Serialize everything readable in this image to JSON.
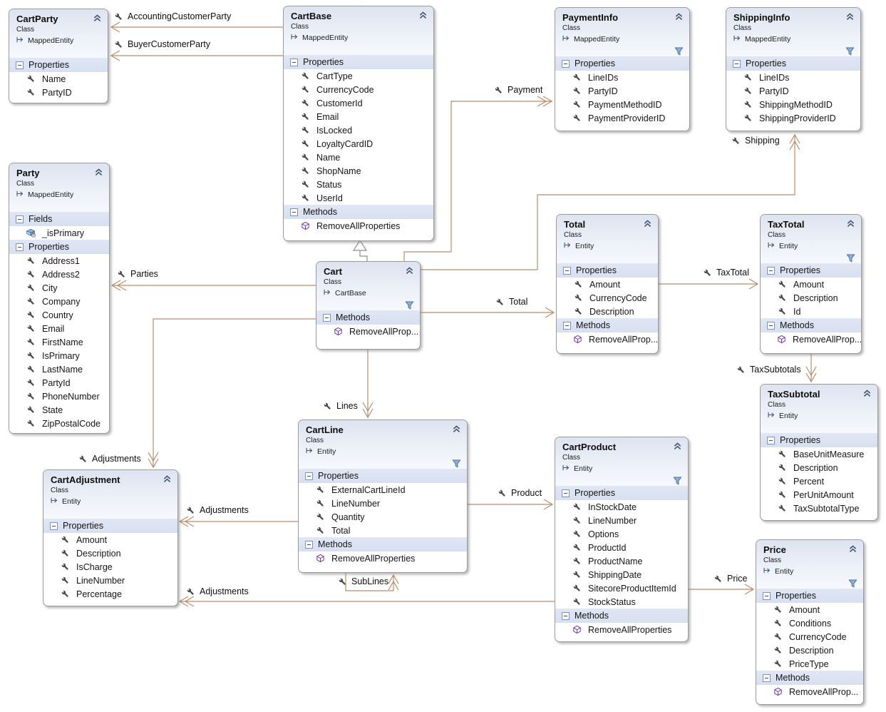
{
  "diagram": {
    "colors": {
      "association_line": "#b98c6a",
      "inheritance_line": "#8f8f8f",
      "header_top": "#dde3f0",
      "section_band": "#d8e0f0",
      "filter_icon_blue": "#3e6792",
      "method_icon_purple": "#7132a8"
    },
    "classes": [
      {
        "name": "CartParty",
        "kind": "Class",
        "base": "MappedEntity",
        "has_filter": false,
        "sections": [
          {
            "title": "Properties",
            "items": [
              {
                "icon": "property",
                "label": "Name"
              },
              {
                "icon": "property",
                "label": "PartyID"
              }
            ]
          }
        ]
      },
      {
        "name": "CartBase",
        "kind": "Class",
        "base": "MappedEntity",
        "has_filter": false,
        "sections": [
          {
            "title": "Properties",
            "items": [
              {
                "icon": "property",
                "label": "CartType"
              },
              {
                "icon": "property",
                "label": "CurrencyCode"
              },
              {
                "icon": "property",
                "label": "CustomerId"
              },
              {
                "icon": "property",
                "label": "Email"
              },
              {
                "icon": "property",
                "label": "IsLocked"
              },
              {
                "icon": "property",
                "label": "LoyaltyCardID"
              },
              {
                "icon": "property",
                "label": "Name"
              },
              {
                "icon": "property",
                "label": "ShopName"
              },
              {
                "icon": "property",
                "label": "Status"
              },
              {
                "icon": "property",
                "label": "UserId"
              }
            ]
          },
          {
            "title": "Methods",
            "items": [
              {
                "icon": "method",
                "label": "RemoveAllProperties"
              }
            ]
          }
        ]
      },
      {
        "name": "PaymentInfo",
        "kind": "Class",
        "base": "MappedEntity",
        "has_filter": true,
        "sections": [
          {
            "title": "Properties",
            "items": [
              {
                "icon": "property",
                "label": "LineIDs"
              },
              {
                "icon": "property",
                "label": "PartyID"
              },
              {
                "icon": "property",
                "label": "PaymentMethodID"
              },
              {
                "icon": "property",
                "label": "PaymentProviderID"
              }
            ]
          }
        ]
      },
      {
        "name": "ShippingInfo",
        "kind": "Class",
        "base": "MappedEntity",
        "has_filter": true,
        "sections": [
          {
            "title": "Properties",
            "items": [
              {
                "icon": "property",
                "label": "LineIDs"
              },
              {
                "icon": "property",
                "label": "PartyID"
              },
              {
                "icon": "property",
                "label": "ShippingMethodID"
              },
              {
                "icon": "property",
                "label": "ShippingProviderID"
              }
            ]
          }
        ]
      },
      {
        "name": "Party",
        "kind": "Class",
        "base": "MappedEntity",
        "has_filter": false,
        "sections": [
          {
            "title": "Fields",
            "items": [
              {
                "icon": "field",
                "label": "_isPrimary"
              }
            ]
          },
          {
            "title": "Properties",
            "items": [
              {
                "icon": "property",
                "label": "Address1"
              },
              {
                "icon": "property",
                "label": "Address2"
              },
              {
                "icon": "property",
                "label": "City"
              },
              {
                "icon": "property",
                "label": "Company"
              },
              {
                "icon": "property",
                "label": "Country"
              },
              {
                "icon": "property",
                "label": "Email"
              },
              {
                "icon": "property",
                "label": "FirstName"
              },
              {
                "icon": "property",
                "label": "IsPrimary"
              },
              {
                "icon": "property",
                "label": "LastName"
              },
              {
                "icon": "property",
                "label": "PartyId"
              },
              {
                "icon": "property",
                "label": "PhoneNumber"
              },
              {
                "icon": "property",
                "label": "State"
              },
              {
                "icon": "property",
                "label": "ZipPostalCode"
              }
            ]
          }
        ]
      },
      {
        "name": "Cart",
        "kind": "Class",
        "base": "CartBase",
        "has_filter": true,
        "sections": [
          {
            "title": "Methods",
            "items": [
              {
                "icon": "method",
                "label": "RemoveAllProp..."
              }
            ]
          }
        ]
      },
      {
        "name": "Total",
        "kind": "Class",
        "base": "Entity",
        "has_filter": false,
        "sections": [
          {
            "title": "Properties",
            "items": [
              {
                "icon": "property",
                "label": "Amount"
              },
              {
                "icon": "property",
                "label": "CurrencyCode"
              },
              {
                "icon": "property",
                "label": "Description"
              }
            ]
          },
          {
            "title": "Methods",
            "items": [
              {
                "icon": "method",
                "label": "RemoveAllProp..."
              }
            ]
          }
        ]
      },
      {
        "name": "TaxTotal",
        "kind": "Class",
        "base": "Entity",
        "has_filter": true,
        "sections": [
          {
            "title": "Properties",
            "items": [
              {
                "icon": "property",
                "label": "Amount"
              },
              {
                "icon": "property",
                "label": "Description"
              },
              {
                "icon": "property",
                "label": "Id"
              }
            ]
          },
          {
            "title": "Methods",
            "items": [
              {
                "icon": "method",
                "label": "RemoveAllProp..."
              }
            ]
          }
        ]
      },
      {
        "name": "TaxSubtotal",
        "kind": "Class",
        "base": "Entity",
        "has_filter": false,
        "sections": [
          {
            "title": "Properties",
            "items": [
              {
                "icon": "property",
                "label": "BaseUnitMeasure"
              },
              {
                "icon": "property",
                "label": "Description"
              },
              {
                "icon": "property",
                "label": "Percent"
              },
              {
                "icon": "property",
                "label": "PerUnitAmount"
              },
              {
                "icon": "property",
                "label": "TaxSubtotalType"
              }
            ]
          }
        ]
      },
      {
        "name": "CartLine",
        "kind": "Class",
        "base": "Entity",
        "has_filter": true,
        "sections": [
          {
            "title": "Properties",
            "items": [
              {
                "icon": "property",
                "label": "ExternalCartLineId"
              },
              {
                "icon": "property",
                "label": "LineNumber"
              },
              {
                "icon": "property",
                "label": "Quantity"
              },
              {
                "icon": "property",
                "label": "Total"
              }
            ]
          },
          {
            "title": "Methods",
            "items": [
              {
                "icon": "method",
                "label": "RemoveAllProperties"
              }
            ]
          }
        ]
      },
      {
        "name": "CartProduct",
        "kind": "Class",
        "base": "Entity",
        "has_filter": true,
        "sections": [
          {
            "title": "Properties",
            "items": [
              {
                "icon": "property",
                "label": "InStockDate"
              },
              {
                "icon": "property",
                "label": "LineNumber"
              },
              {
                "icon": "property",
                "label": "Options"
              },
              {
                "icon": "property",
                "label": "ProductId"
              },
              {
                "icon": "property",
                "label": "ProductName"
              },
              {
                "icon": "property",
                "label": "ShippingDate"
              },
              {
                "icon": "property",
                "label": "SitecoreProductItemId"
              },
              {
                "icon": "property",
                "label": "StockStatus"
              }
            ]
          },
          {
            "title": "Methods",
            "items": [
              {
                "icon": "method",
                "label": "RemoveAllProperties"
              }
            ]
          }
        ]
      },
      {
        "name": "CartAdjustment",
        "kind": "Class",
        "base": "Entity",
        "has_filter": false,
        "sections": [
          {
            "title": "Properties",
            "items": [
              {
                "icon": "property",
                "label": "Amount"
              },
              {
                "icon": "property",
                "label": "Description"
              },
              {
                "icon": "property",
                "label": "IsCharge"
              },
              {
                "icon": "property",
                "label": "LineNumber"
              },
              {
                "icon": "property",
                "label": "Percentage"
              }
            ]
          }
        ]
      },
      {
        "name": "Price",
        "kind": "Class",
        "base": "Entity",
        "has_filter": true,
        "sections": [
          {
            "title": "Properties",
            "items": [
              {
                "icon": "property",
                "label": "Amount"
              },
              {
                "icon": "property",
                "label": "Conditions"
              },
              {
                "icon": "property",
                "label": "CurrencyCode"
              },
              {
                "icon": "property",
                "label": "Description"
              },
              {
                "icon": "property",
                "label": "PriceType"
              }
            ]
          },
          {
            "title": "Methods",
            "items": [
              {
                "icon": "method",
                "label": "RemoveAllProp..."
              }
            ]
          }
        ]
      }
    ],
    "edges": [
      {
        "label": "AccountingCustomerParty",
        "from": "CartBase",
        "to": "CartParty",
        "type": "association"
      },
      {
        "label": "BuyerCustomerParty",
        "from": "CartBase",
        "to": "CartParty",
        "type": "association"
      },
      {
        "label": "Payment",
        "from": "Cart",
        "to": "PaymentInfo",
        "type": "association"
      },
      {
        "label": "Shipping",
        "from": "Cart",
        "to": "ShippingInfo",
        "type": "association"
      },
      {
        "label": "Parties",
        "from": "Cart",
        "to": "Party",
        "type": "association"
      },
      {
        "label": "Total",
        "from": "Cart",
        "to": "Total",
        "type": "association"
      },
      {
        "label": "TaxTotal",
        "from": "Total",
        "to": "TaxTotal",
        "type": "association"
      },
      {
        "label": "TaxSubtotals",
        "from": "TaxTotal",
        "to": "TaxSubtotal",
        "type": "association"
      },
      {
        "label": "Lines",
        "from": "Cart",
        "to": "CartLine",
        "type": "association"
      },
      {
        "label": "Adjustments",
        "from": "Cart",
        "to": "CartAdjustment",
        "type": "association"
      },
      {
        "label": "Adjustments",
        "from": "CartLine",
        "to": "CartAdjustment",
        "type": "association"
      },
      {
        "label": "Adjustments",
        "from": "CartProduct",
        "to": "CartAdjustment",
        "type": "association"
      },
      {
        "label": "Product",
        "from": "CartLine",
        "to": "CartProduct",
        "type": "association"
      },
      {
        "label": "SubLines",
        "from": "CartLine",
        "to": "CartLine",
        "type": "association"
      },
      {
        "label": "Price",
        "from": "CartProduct",
        "to": "Price",
        "type": "association"
      },
      {
        "label": "",
        "from": "Cart",
        "to": "CartBase",
        "type": "inheritance"
      }
    ]
  }
}
